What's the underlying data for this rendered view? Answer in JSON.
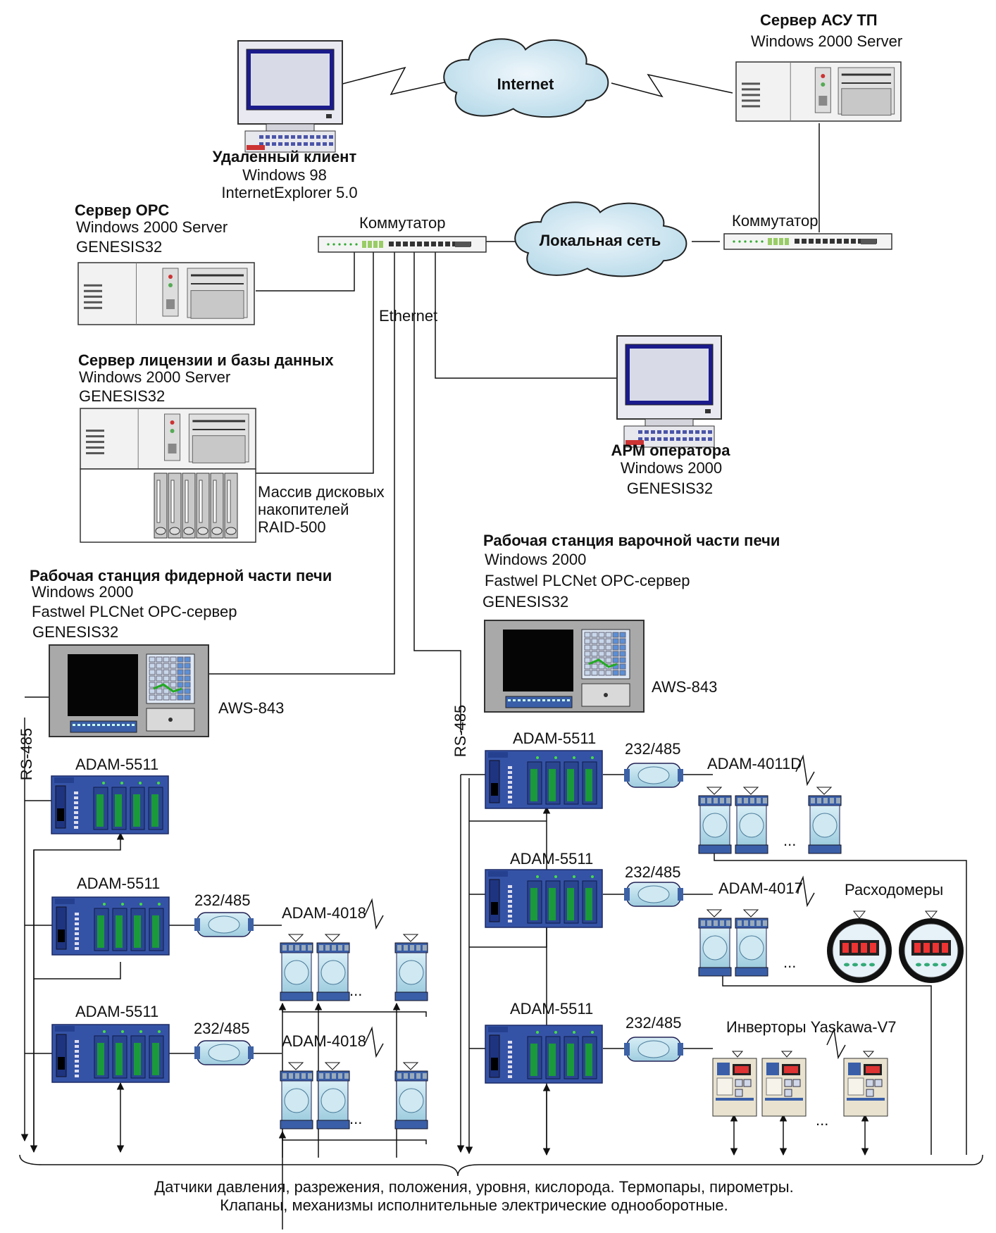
{
  "remote_client": {
    "title": "Удаленный клиент",
    "os": "Windows 98",
    "browser": "InternetExplorer 5.0"
  },
  "internet_cloud": {
    "label": "Internet"
  },
  "scada_server": {
    "title": "Сервер АСУ ТП",
    "os": "Windows 2000 Server"
  },
  "switch_left": {
    "label": "Коммутатор"
  },
  "switch_right": {
    "label": "Коммутатор"
  },
  "lan_cloud": {
    "label": "Локальная сеть"
  },
  "opc_server": {
    "title": "Сервер OPC",
    "os": "Windows 2000 Server",
    "software": "GENESIS32"
  },
  "license_server": {
    "title": "Сервер лицензии и базы данных",
    "os": "Windows 2000 Server",
    "software": "GENESIS32"
  },
  "raid": {
    "line1": "Массив дисковых",
    "line2": "накопителей",
    "line3": "RAID-500"
  },
  "ethernet_label": "Ethernet",
  "operator_ws": {
    "title": "АРМ оператора",
    "os": "Windows 2000",
    "software": "GENESIS32"
  },
  "feeder_ws": {
    "title": "Рабочая станция фидерной части печи",
    "os": "Windows 2000",
    "opc": "Fastwel PLCNet OPC-сервер",
    "software": "GENESIS32",
    "model": "AWS-843"
  },
  "furnace_ws": {
    "title": "Рабочая станция варочной части печи",
    "os": "Windows 2000",
    "opc": "Fastwel PLCNet OPC-сервер",
    "software": "GENESIS32",
    "model": "AWS-843"
  },
  "rs485_label": "RS-485",
  "controller_label": "ADAM-5511",
  "converter_label": "232/485",
  "left_modules": [
    "ADAM-4018",
    "ADAM-4018"
  ],
  "right_modules": [
    "ADAM-4011D",
    "ADAM-4017",
    "Инверторы Yaskawa-V7"
  ],
  "flowmeters_label": "Расходомеры",
  "ellipsis": "...",
  "footer": {
    "line1": "Датчики давления, разрежения, положения, уровня, кислорода. Термопары, пирометры.",
    "line2": "Клапаны, механизмы исполнительные электрические однооборотные."
  }
}
